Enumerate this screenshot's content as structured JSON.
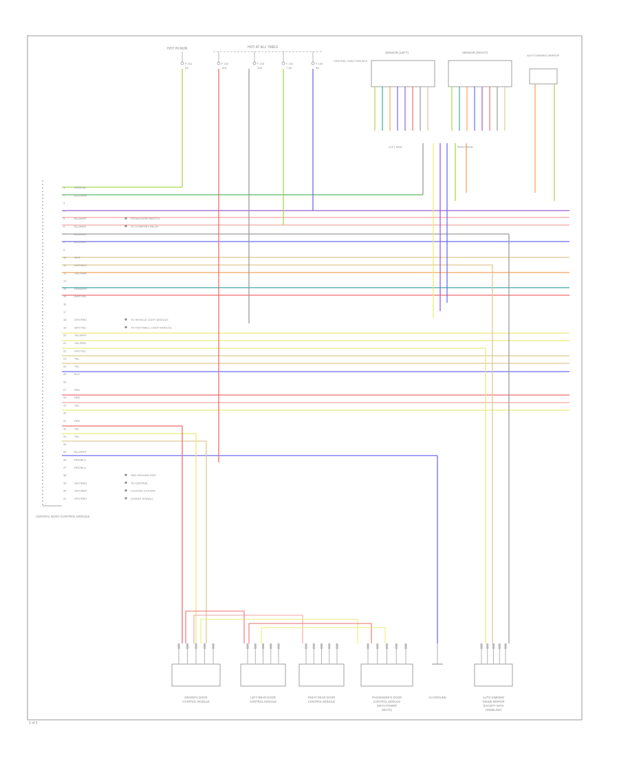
{
  "header": {
    "hot_label_1": "HOT IN RUN",
    "hot_label_2": "HOT AT ALL TIMES",
    "fuse_note": "CENTRAL JUNCTION BOX"
  },
  "fuses": [
    {
      "label": "F 101",
      "amps": "5A"
    },
    {
      "label": "F 102",
      "amps": "10A"
    },
    {
      "label": "F 103",
      "amps": "15A"
    },
    {
      "label": "F 104",
      "amps": "7.5A"
    },
    {
      "label": "F 105",
      "amps": "5A"
    }
  ],
  "modules": {
    "sensor1": "SENSOR (LEFT)",
    "sensor2": "SENSOR (RIGHT)",
    "auto_dimmer": "AUTO DIMMING MIRROR",
    "mod_left": "LEFT MOD",
    "mod_right": "RIGHT MOD",
    "main_module": "CENTRAL BODY CONTROL MODULE"
  },
  "wire_colors": {
    "green": "#a8d84a",
    "dkgreen": "#5cb85c",
    "red": "#f26b6b",
    "pink": "#f5a3a3",
    "blue": "#6a6af2",
    "purple": "#9b5bd4",
    "yellow": "#eaea7a",
    "orange": "#f4a45a",
    "teal": "#3aa8a0",
    "gray": "#9a9a9a",
    "tan": "#e0c890"
  },
  "pins": [
    {
      "num": "1",
      "wire": "GRN/YEL",
      "note": ""
    },
    {
      "num": "2",
      "wire": "BLU/GRN",
      "note": ""
    },
    {
      "num": "3",
      "wire": "",
      "note": ""
    },
    {
      "num": "4",
      "wire": "",
      "note": ""
    },
    {
      "num": "5",
      "wire": "BLU/WHT",
      "note": "FROM DOOR SWITCH"
    },
    {
      "num": "6",
      "wire": "BLU/RED",
      "note": "TO COMFORT RELAY"
    },
    {
      "num": "7",
      "wire": "BLU/WHT",
      "note": ""
    },
    {
      "num": "8",
      "wire": "BLU/WHT",
      "note": ""
    },
    {
      "num": "9",
      "wire": "",
      "note": ""
    },
    {
      "num": "10",
      "wire": "WHT",
      "note": ""
    },
    {
      "num": "11",
      "wire": "WHT/BLU",
      "note": ""
    },
    {
      "num": "12",
      "wire": "YEL/GRN",
      "note": ""
    },
    {
      "num": "13",
      "wire": "",
      "note": ""
    },
    {
      "num": "14",
      "wire": "GRN/WHT",
      "note": ""
    },
    {
      "num": "15",
      "wire": "WHT/YEL",
      "note": ""
    },
    {
      "num": "16",
      "wire": "",
      "note": ""
    },
    {
      "num": "17",
      "wire": "",
      "note": ""
    },
    {
      "num": "18",
      "wire": "GRY/RED",
      "note": "TO VEHICLE LIGHT MODULE"
    },
    {
      "num": "19",
      "wire": "GRY/YEL",
      "note": "TO FOOTWELL LIGHT MODULE"
    },
    {
      "num": "20",
      "wire": "YEL/WHT",
      "note": ""
    },
    {
      "num": "21",
      "wire": "YEL/RED",
      "note": ""
    },
    {
      "num": "22",
      "wire": "GRY/YEL",
      "note": ""
    },
    {
      "num": "23",
      "wire": "YEL",
      "note": ""
    },
    {
      "num": "24",
      "wire": "YEL",
      "note": ""
    },
    {
      "num": "25",
      "wire": "BLU",
      "note": ""
    },
    {
      "num": "26",
      "wire": "",
      "note": ""
    },
    {
      "num": "27",
      "wire": "RED",
      "note": ""
    },
    {
      "num": "28",
      "wire": "RED",
      "note": ""
    },
    {
      "num": "29",
      "wire": "YEL",
      "note": ""
    },
    {
      "num": "30",
      "wire": "",
      "note": ""
    },
    {
      "num": "31",
      "wire": "RED",
      "note": ""
    },
    {
      "num": "32",
      "wire": "YEL",
      "note": ""
    },
    {
      "num": "33",
      "wire": "YEL",
      "note": ""
    },
    {
      "num": "34",
      "wire": "",
      "note": ""
    },
    {
      "num": "35",
      "wire": "BLU/WHT",
      "note": ""
    },
    {
      "num": "36",
      "wire": "RED/BLU",
      "note": ""
    },
    {
      "num": "37",
      "wire": "RED/BLU",
      "note": ""
    },
    {
      "num": "38",
      "wire": "",
      "note": "SEE GROUND DIST."
    },
    {
      "num": "39",
      "wire": "GRY/RED",
      "note": "TO CENTRAL"
    },
    {
      "num": "40",
      "wire": "GRY/RED",
      "note": "LOCKING SYSTEM"
    },
    {
      "num": "41",
      "wire": "GRY/RED",
      "note": "(CRASH SIGNAL)"
    }
  ],
  "bottom_modules": [
    {
      "label": "DRIVER'S DOOR CONTROL MODULE"
    },
    {
      "label": "LEFT REAR DOOR CONTROL MODULE"
    },
    {
      "label": "RIGHT REAR DOOR CONTROL MODULE"
    },
    {
      "label": "PASSENGER'S DOOR CONTROL MODULE (WITH POWER SEATS)"
    },
    {
      "label": "G4 GROUND"
    },
    {
      "label": "AUTO DIMMING INSIDE MIRROR (EXCEPT WITH HOMELINK)"
    }
  ],
  "footer": {
    "code": "1 of 2"
  }
}
